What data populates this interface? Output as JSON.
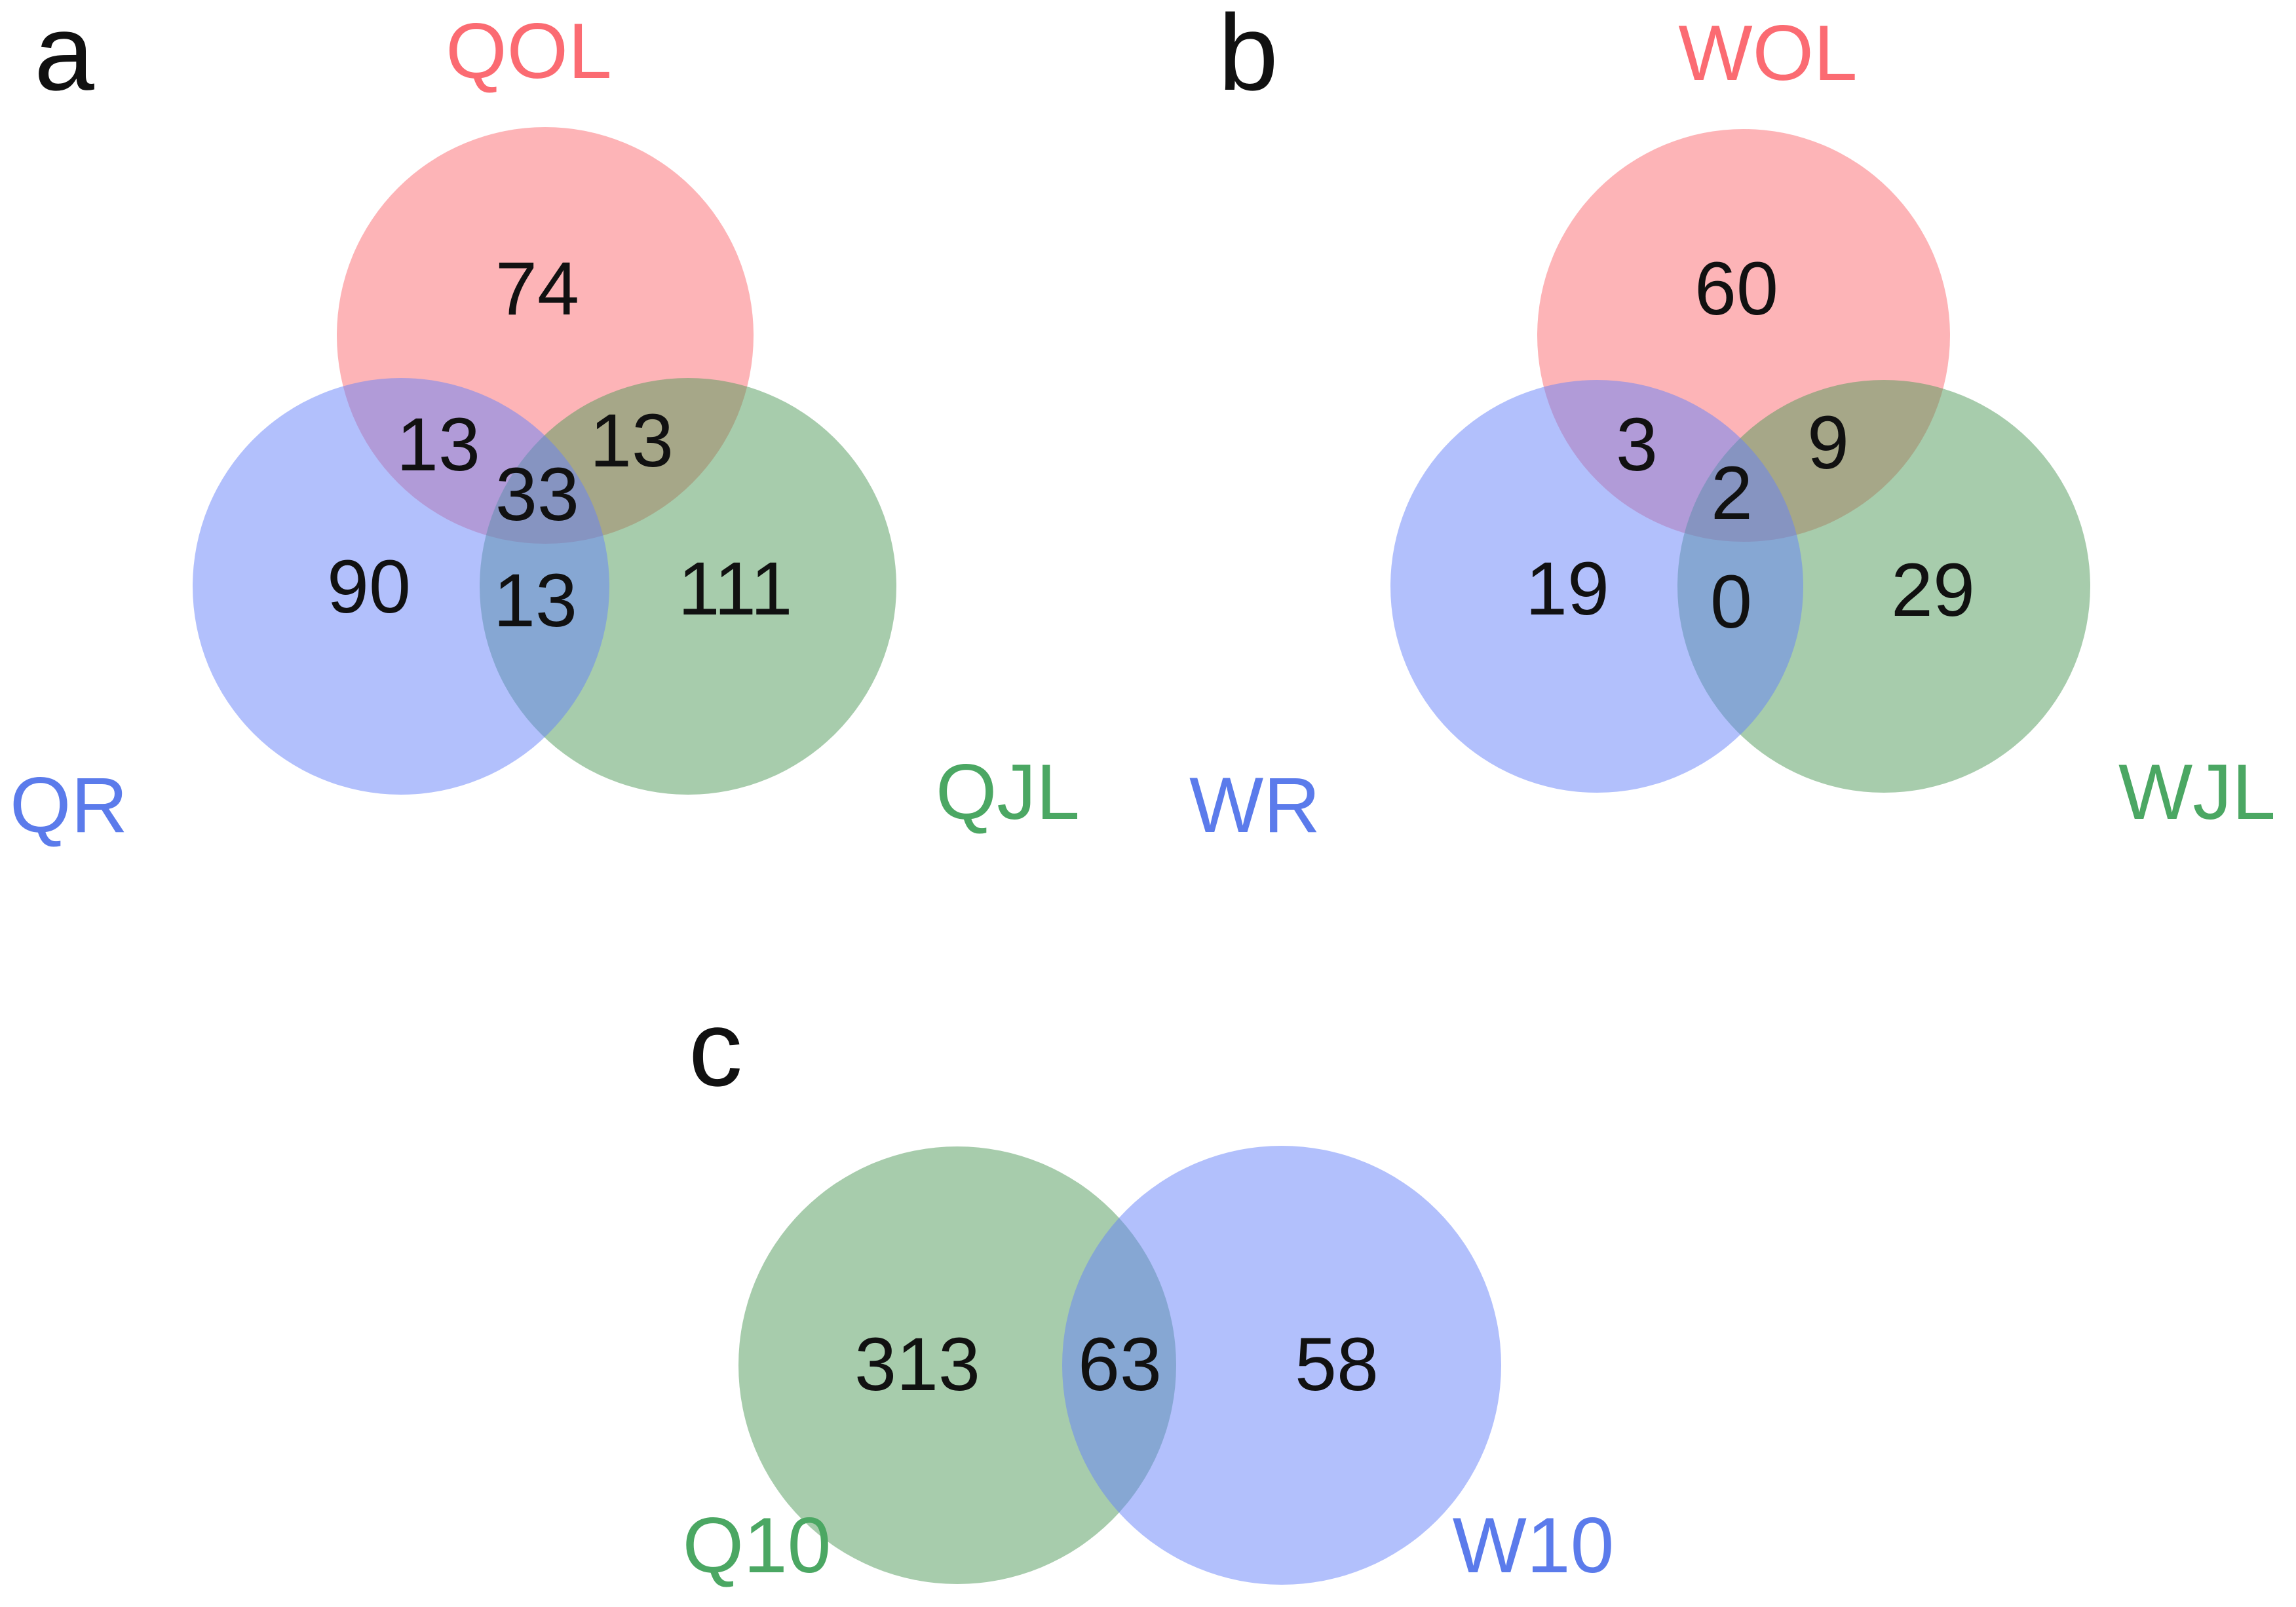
{
  "figure": {
    "background": "#ffffff",
    "colors": {
      "set_red_fill": "#FB696F",
      "set_blue_fill": "#6581F9",
      "set_green_fill": "#4F9959",
      "label_red": "#FB6B72",
      "label_blue": "#5B7BEB",
      "label_green": "#4BA763",
      "number_color": "#111111"
    },
    "panels": {
      "a": {
        "letter": "a",
        "sets": {
          "top": "QOL",
          "left": "QR",
          "right": "QJL"
        },
        "values": {
          "top_only": "74",
          "top_left": "13",
          "top_right": "13",
          "center": "33",
          "left_only": "90",
          "left_right": "13",
          "right_only": "111"
        }
      },
      "b": {
        "letter": "b",
        "sets": {
          "top": "WOL",
          "left": "WR",
          "right": "WJL"
        },
        "values": {
          "top_only": "60",
          "top_left": "3",
          "top_right": "9",
          "center": "2",
          "left_only": "19",
          "left_right": "0",
          "right_only": "29"
        }
      },
      "c": {
        "letter": "c",
        "sets": {
          "left": "Q10",
          "right": "W10"
        },
        "values": {
          "left_only": "313",
          "overlap": "63",
          "right_only": "58"
        }
      }
    }
  },
  "chart_data": [
    {
      "type": "venn",
      "panel": "a",
      "sets": [
        "QOL",
        "QR",
        "QJL"
      ],
      "set_colors": {
        "QOL": "pink-red",
        "QR": "blue",
        "QJL": "green"
      },
      "regions": {
        "QOL_only": 74,
        "QR_only": 90,
        "QJL_only": 111,
        "QOL_and_QR": 13,
        "QOL_and_QJL": 13,
        "QR_and_QJL": 13,
        "QOL_and_QR_and_QJL": 33
      }
    },
    {
      "type": "venn",
      "panel": "b",
      "sets": [
        "WOL",
        "WR",
        "WJL"
      ],
      "set_colors": {
        "WOL": "pink-red",
        "WR": "blue",
        "WJL": "green"
      },
      "regions": {
        "WOL_only": 60,
        "WR_only": 19,
        "WJL_only": 29,
        "WOL_and_WR": 3,
        "WOL_and_WJL": 9,
        "WR_and_WJL": 0,
        "WOL_and_WR_and_WJL": 2
      }
    },
    {
      "type": "venn",
      "panel": "c",
      "sets": [
        "Q10",
        "W10"
      ],
      "set_colors": {
        "Q10": "green",
        "W10": "blue"
      },
      "regions": {
        "Q10_only": 313,
        "W10_only": 58,
        "Q10_and_W10": 63
      }
    }
  ]
}
